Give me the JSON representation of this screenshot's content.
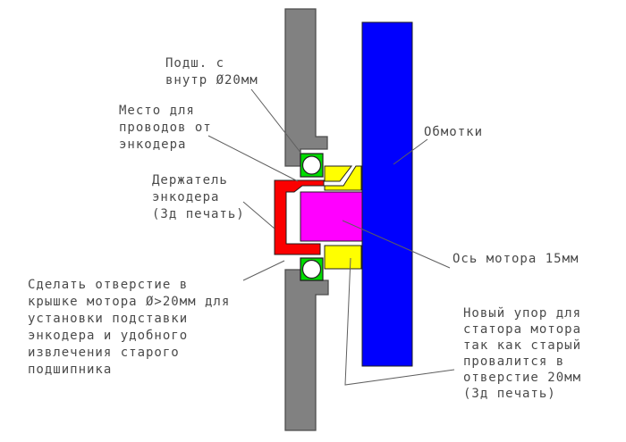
{
  "labels": {
    "bearing": "Подш. с\nвнутр Ø20мм",
    "wires": "Место для\nпроводов от\nэнкодера",
    "holder": "Держатель\nэнкодера\n(3д печать)",
    "windings": "Обмотки",
    "axis": "Ось мотора 15мм",
    "hole_note": "Сделать отверстие в\nкрышке мотора Ø>20мм для\nустановки подставки\nэнкодера и удобного\nизвлечения старого\nподшипника",
    "stop_note": "Новый упор для\nстатора мотора\nтак как старый\nпровалится в\nотверстие 20мм\n(3д печать)"
  },
  "colors": {
    "motor_cover": "#818181",
    "cover_stroke": "#4d4d4d",
    "stator_windings": "#0000fe",
    "motor_shaft": "#ff00ff",
    "stator_stop": "#ffff00",
    "bearing": "#00dc00",
    "encoder_holder": "#fb0000",
    "outline": "#1f1f1f",
    "leader_line": "#5f5f5f",
    "text": "#4a4a4a"
  }
}
